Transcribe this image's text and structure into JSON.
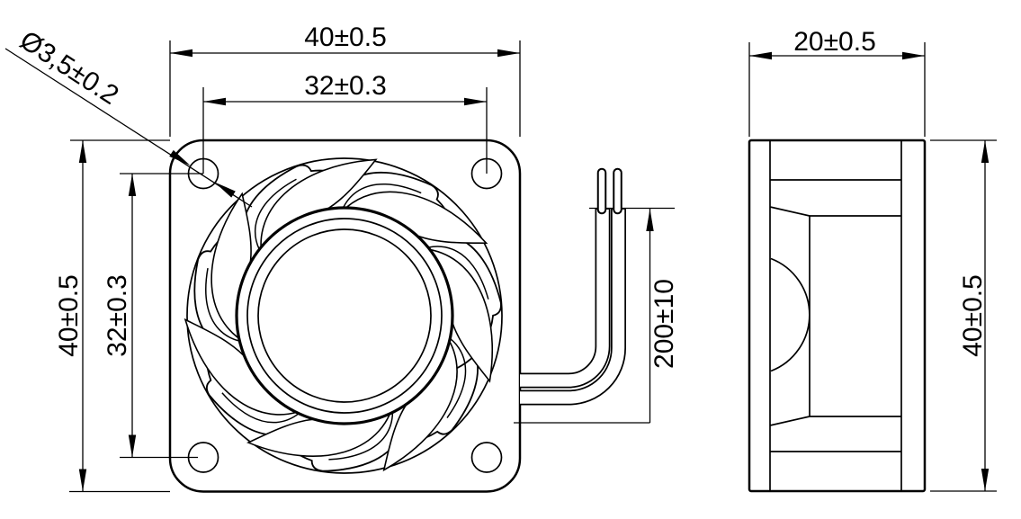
{
  "drawing": {
    "type": "fan-dimension-drawing",
    "colors": {
      "line": "#000000",
      "background": "#ffffff"
    },
    "labels": {
      "front_width": "40±0.5",
      "front_hole_pitch_h": "32±0.3",
      "front_height": "40±0.5",
      "front_hole_pitch_v": "32±0.3",
      "hole_diameter": "Ø3,5±0.2",
      "lead_wire_length": "200±10",
      "side_depth": "20±0.5",
      "side_height": "40±0.5"
    }
  }
}
